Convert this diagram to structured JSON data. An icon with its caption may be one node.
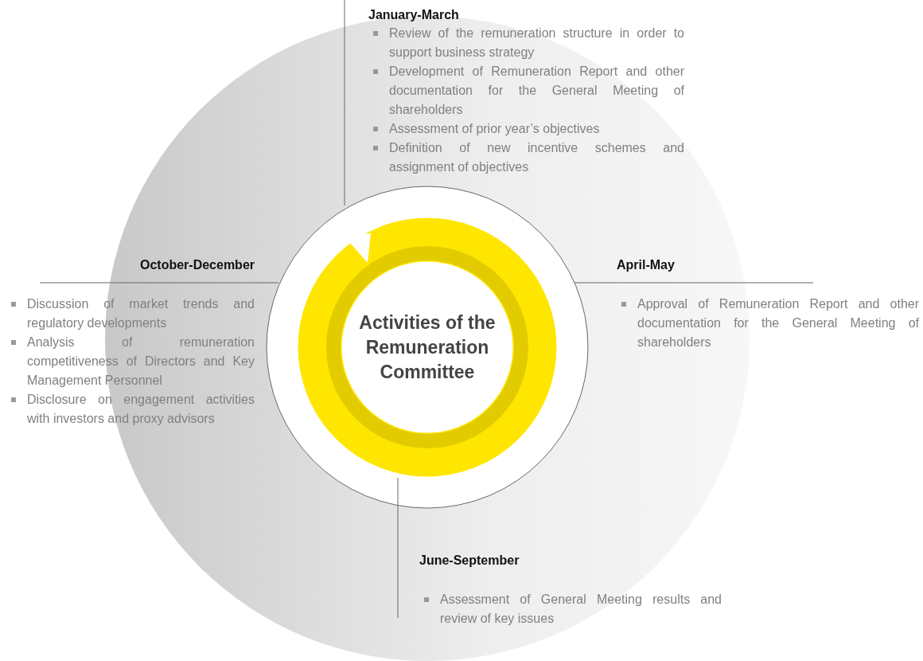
{
  "diagram": {
    "nodes": [
      {
        "text": [
          "Activities of the Remuneration Committee"
        ]
      }
    ],
    "labels": [
      "January-March",
      "Review of the remuneration structure in order to support business strategy",
      "Development of Remuneration Report and other documentation for the General Meeting of shareholders",
      "Assessment of prior year’s objectives",
      "Definition of new incentive schemes and assignment of objectives",
      "October-December",
      "Discussion of market trends and regulatory developments",
      "Analysis of remuneration competitiveness of Directors and Key Management Personnel",
      "Disclosure on engagement activities with investors and proxy advisors",
      "April-May",
      "Approval of Remuneration Report and other documentation for the General Meeting of shareholders",
      "June-September",
      "Assessment of General Meeting results and review of key issues"
    ]
  }
}
